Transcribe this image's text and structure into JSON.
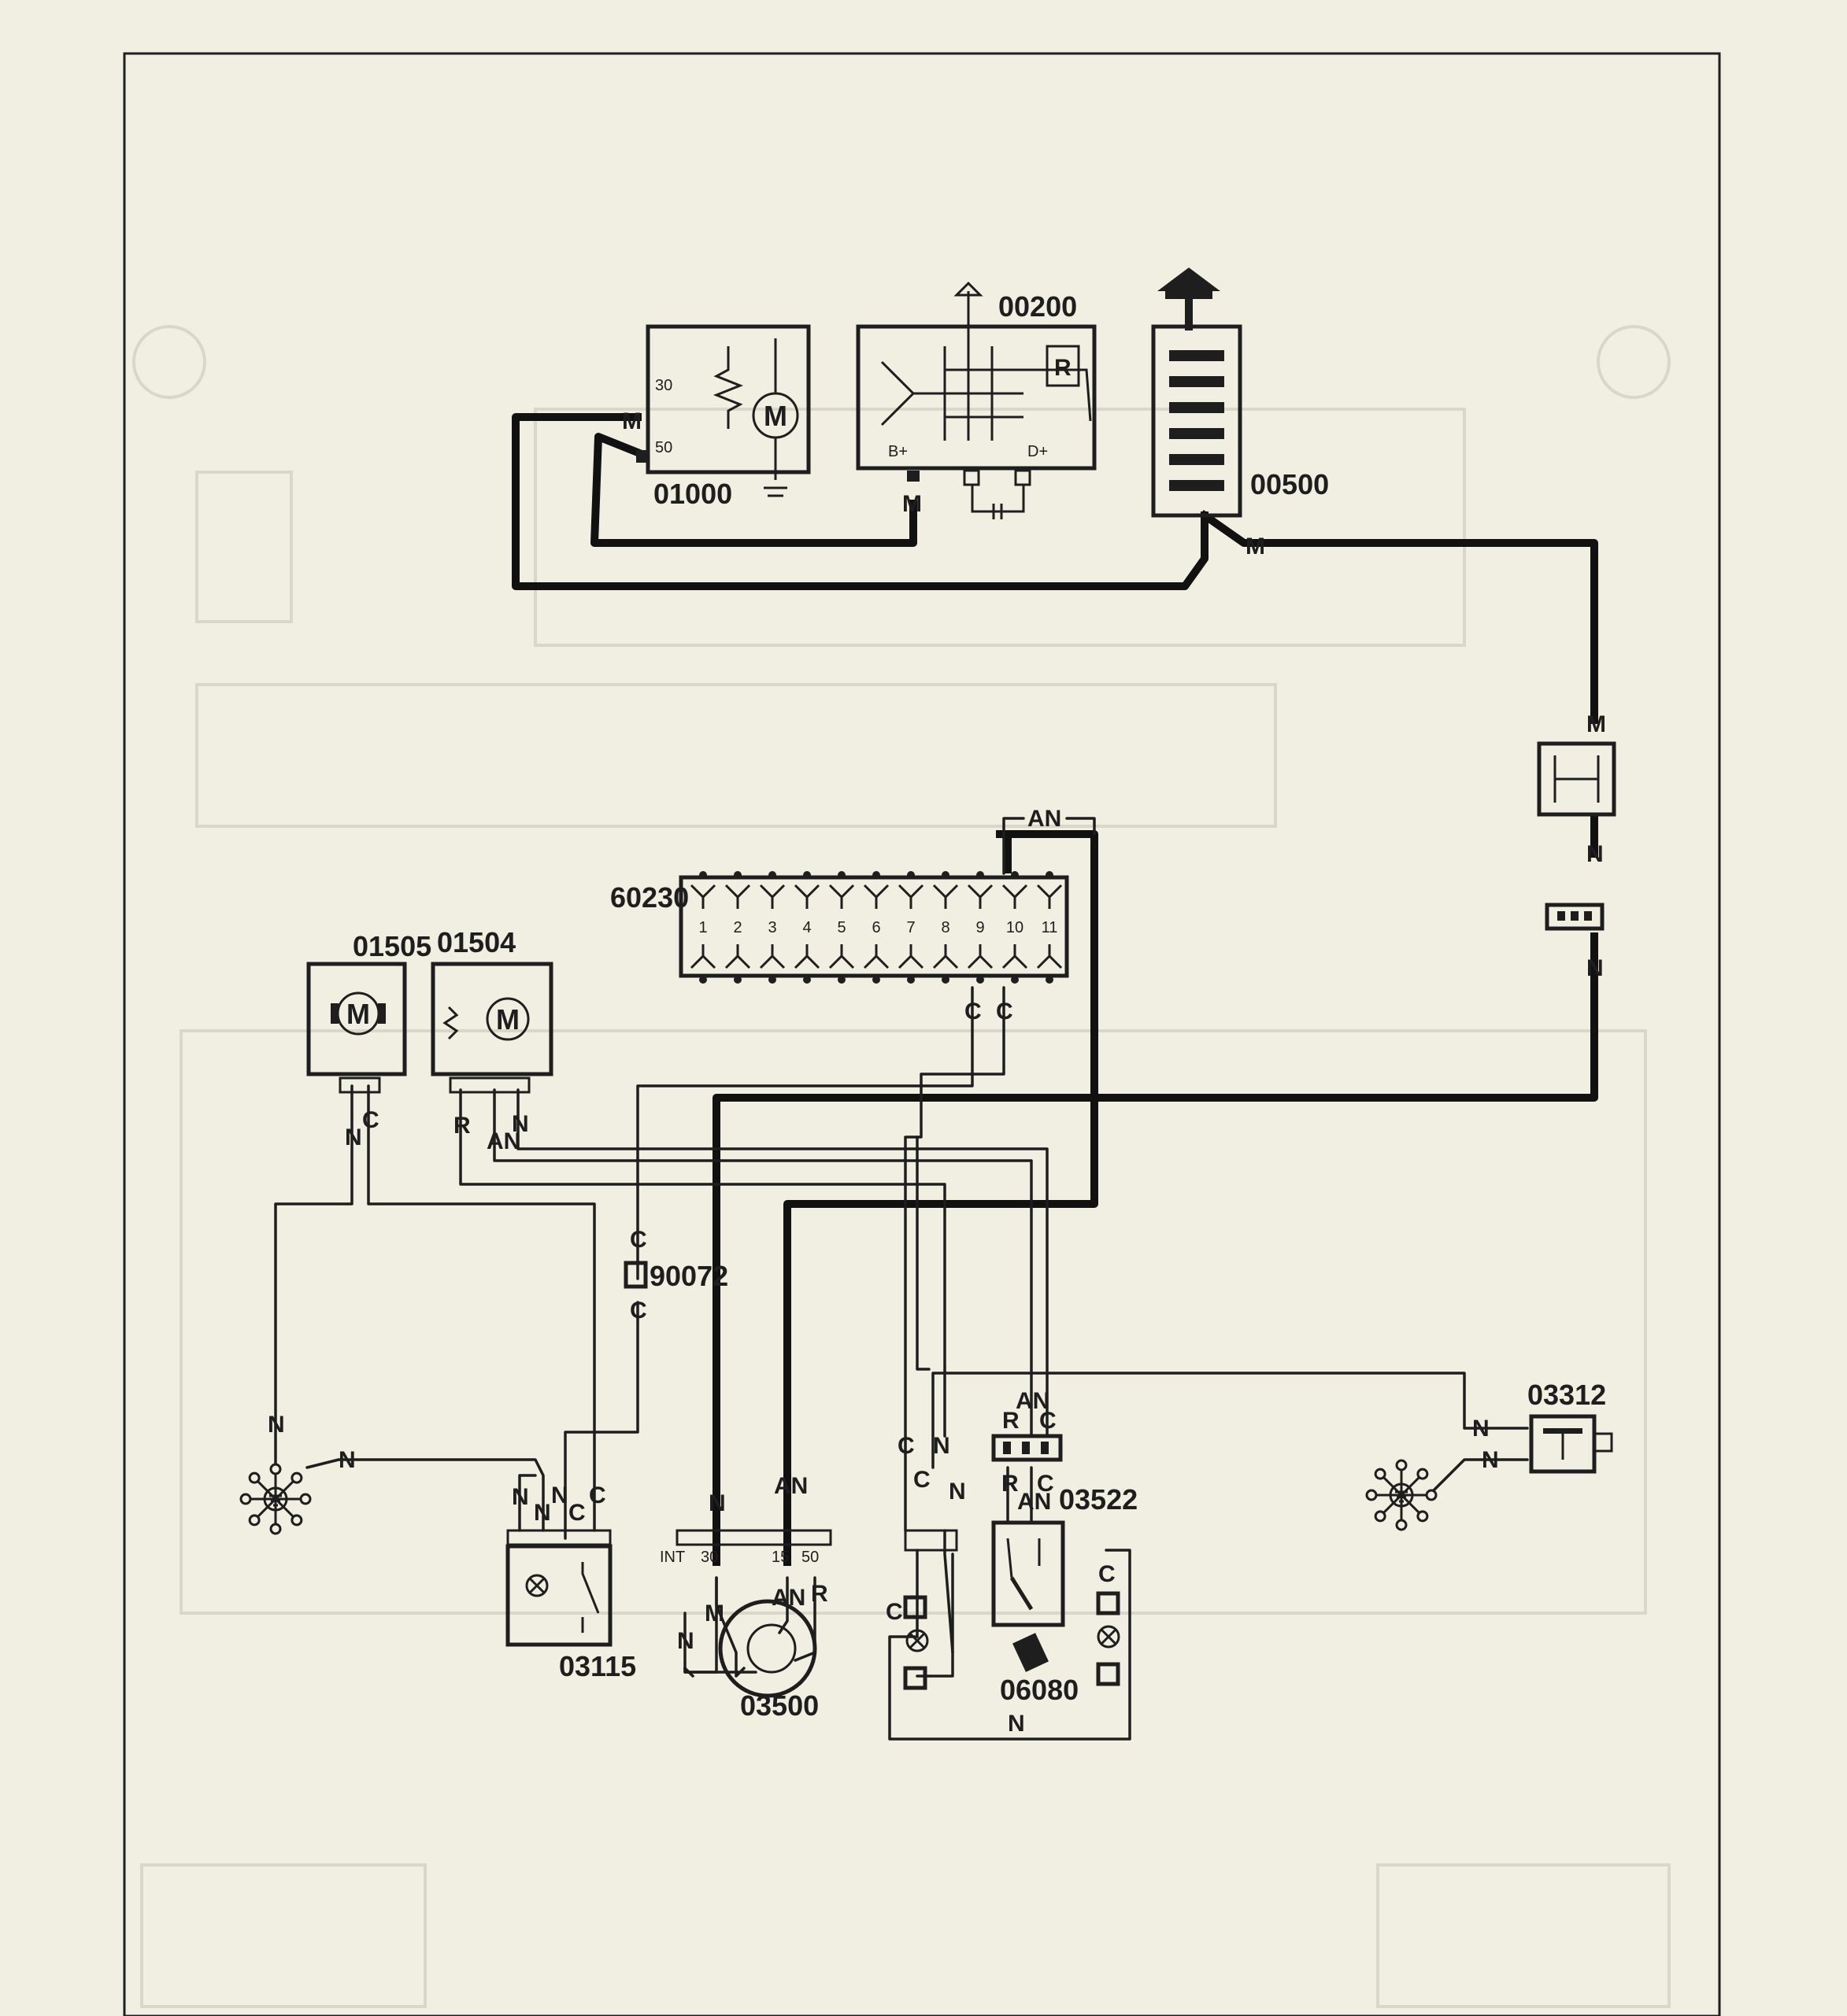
{
  "components": {
    "starter": "01000",
    "alternator": "00200",
    "battery": "00500",
    "fuse_box": "60230",
    "motor_a": "01505",
    "motor_b": "01504",
    "connector": "90072",
    "switch_a": "03115",
    "ignition": "03500",
    "relay": "03522",
    "warn_switch": "06080",
    "pressure_switch": "03312"
  },
  "fuse_numbers": [
    "1",
    "2",
    "3",
    "4",
    "5",
    "6",
    "7",
    "8",
    "9",
    "10",
    "11"
  ],
  "wire_labels": {
    "N": "N",
    "C": "C",
    "M": "M",
    "R": "R",
    "AN": "AN"
  },
  "pins": {
    "p30": "30",
    "p50": "50",
    "int": "INT",
    "p15": "15",
    "b_plus": "B+",
    "d_plus": "D+"
  },
  "symbols": {
    "motor": "M",
    "regulator": "R"
  }
}
